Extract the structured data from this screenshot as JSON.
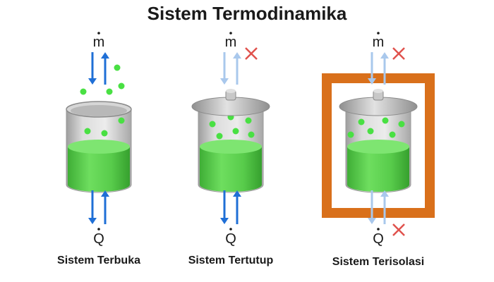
{
  "title": "Sistem Termodinamika",
  "colors": {
    "arrow_active": "#1f6fd6",
    "arrow_faded": "#a9c8ec",
    "liquid": "#5ccf4f",
    "particle": "#49e043",
    "cross": "#e0524d",
    "insulation": "#d9701b",
    "glass": "#bdbdbd",
    "lid": "#b0b0b0"
  },
  "systems": [
    {
      "caption": "Sistem Terbuka",
      "mass_symbol": "m",
      "heat_symbol": "Q",
      "mass_transfer": true,
      "heat_transfer": true,
      "lid": false,
      "insulated": false
    },
    {
      "caption": "Sistem Tertutup",
      "mass_symbol": "m",
      "heat_symbol": "Q",
      "mass_transfer": false,
      "heat_transfer": true,
      "lid": true,
      "insulated": false
    },
    {
      "caption": "Sistem Terisolasi",
      "mass_symbol": "m",
      "heat_symbol": "Q",
      "mass_transfer": false,
      "heat_transfer": false,
      "lid": true,
      "insulated": true
    }
  ]
}
